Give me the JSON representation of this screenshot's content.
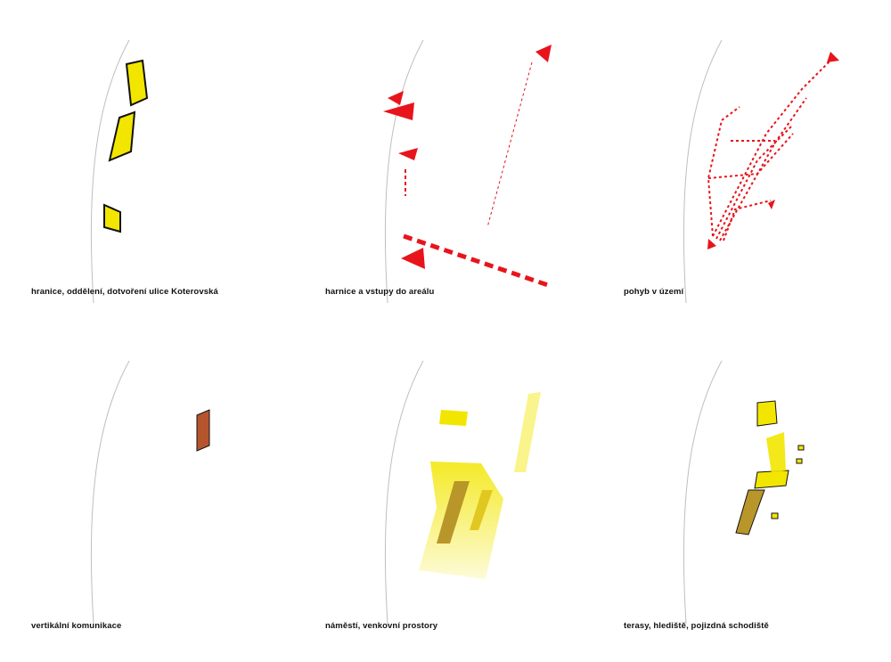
{
  "panels": [
    {
      "caption": "hranice, oddělení, dotvoření ulice Koterovská"
    },
    {
      "caption": "harnice a vstupy do areálu"
    },
    {
      "caption": "pohyb v území"
    },
    {
      "caption": "vertikální komunikace"
    },
    {
      "caption": "náměstí, venkovní prostory"
    },
    {
      "caption": "terasy, hlediště, pojizdná schodiště"
    }
  ],
  "colors": {
    "highlight_yellow": "#f2e600",
    "arrow_red": "#e8141c",
    "vertical_brown": "#b5552e",
    "ochre": "#b9962a",
    "outline": "#111111"
  }
}
